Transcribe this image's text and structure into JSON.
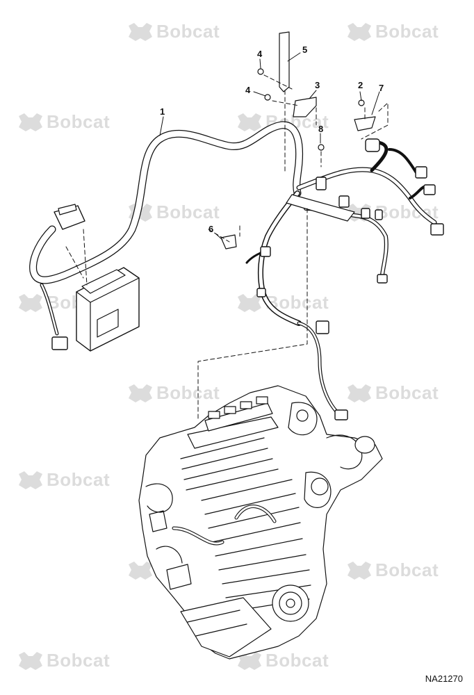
{
  "watermark": {
    "text": "Bobcat"
  },
  "callouts": [
    "1",
    "2",
    "3",
    "4",
    "4",
    "5",
    "6",
    "7",
    "8"
  ],
  "drawing_id": "NA21270",
  "colors": {
    "line": "#111111",
    "watermark": "#dcdcdc",
    "background": "#ffffff"
  }
}
